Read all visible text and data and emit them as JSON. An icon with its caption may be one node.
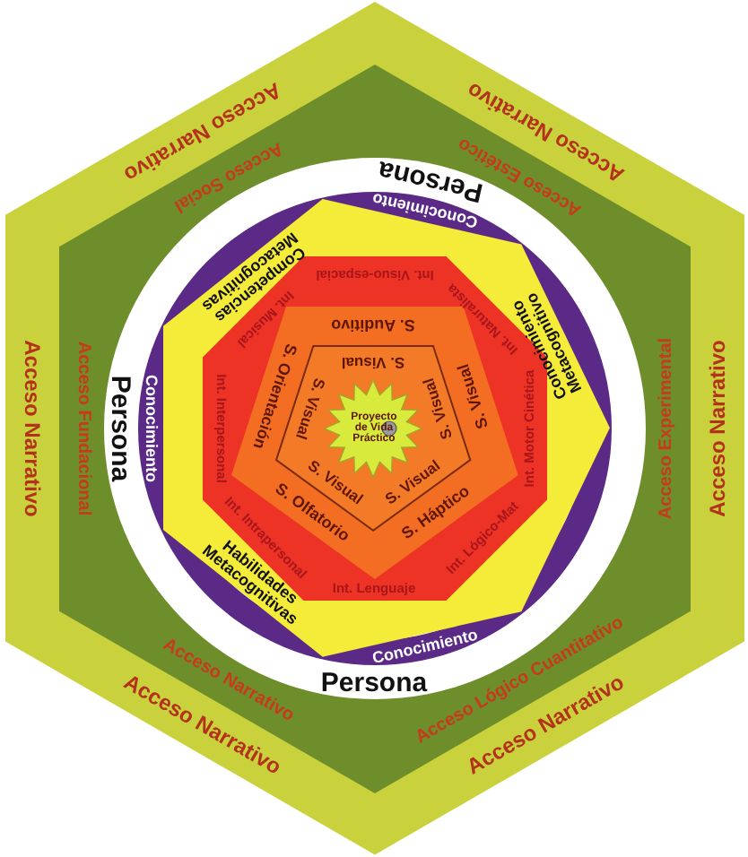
{
  "diagram": {
    "nodes": [
      {
        "text": [
          "Acceso Narrativo",
          "Acceso Narrativo",
          "Acceso Narrativo",
          "Acceso Narrativo",
          "Acceso Narrativo",
          "Acceso Narrativo"
        ]
      },
      {
        "text": [
          "Acceso Social",
          "Acceso Estético",
          "Acceso Fundacional",
          "Acceso Experimental",
          "Acceso Narrativo",
          "Acceso Lógico Cuantitativo"
        ],
        "in": 0
      },
      {
        "text": [
          "Persona",
          "Persona",
          "Persona"
        ],
        "in": 1
      },
      {
        "text": [
          "Conocimiento",
          "Conocimiento",
          "Conocimiento"
        ],
        "in": 2
      },
      {
        "text": [
          "Competencias Metacognitivas",
          "Conocimiento Metacognitivo",
          "Habilidades Metacognitivas"
        ],
        "in": 2
      },
      {
        "text": [
          "Int. Visuo-espacial",
          "Int. Musical",
          "Int. Naturalista",
          "Int. Interpersonal",
          "Int. Motor Cinética",
          "Int. Intrapersonal",
          "Int. Lógico-Mat",
          "Int. Lenguaje"
        ],
        "in": 4
      },
      {
        "text": [
          "S. Auditivo",
          "S. Orientación",
          "S. Visual",
          "S. Olfatorio",
          "S. Háptico"
        ],
        "in": 5
      },
      {
        "text": [
          "S. Visual",
          "S. Visual",
          "S. Visual",
          "S. Visual",
          "S. Visual"
        ],
        "in": 6
      },
      {
        "text": [
          "Proyecto de Vida Práctico"
        ],
        "in": 7
      }
    ]
  }
}
